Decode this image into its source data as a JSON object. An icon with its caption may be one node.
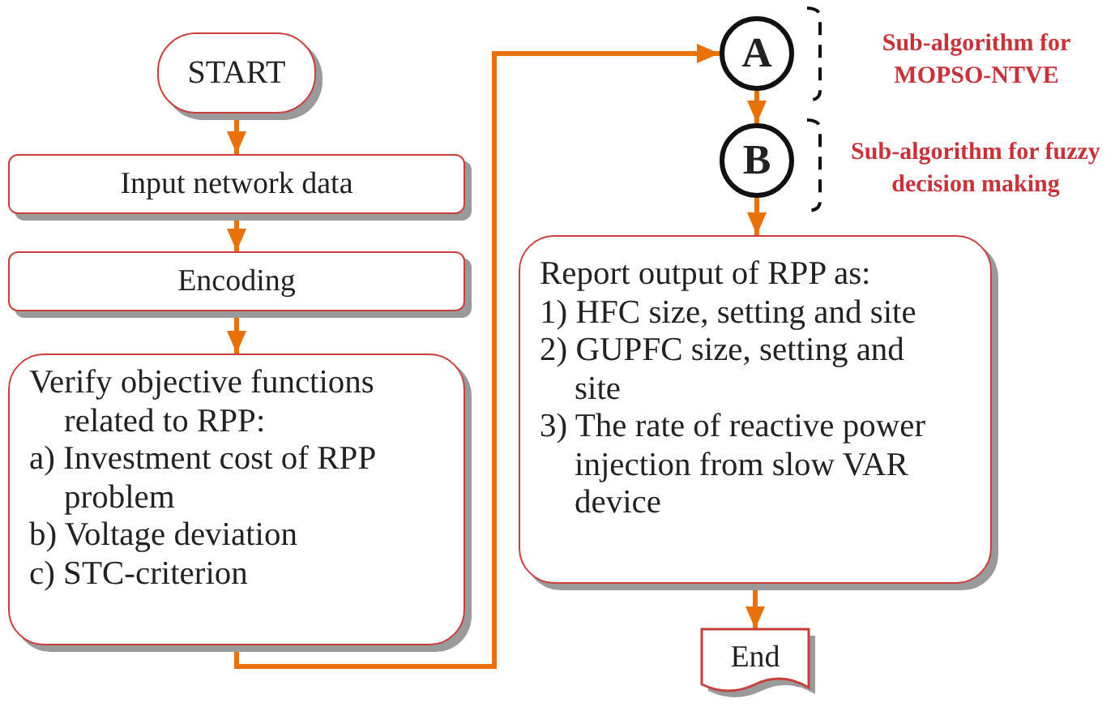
{
  "diagram": {
    "nodes": [
      {
        "text": [
          "START"
        ]
      },
      {
        "text": [
          "Input network data"
        ]
      },
      {
        "text": [
          "Encoding"
        ]
      },
      {
        "text": [
          "Verify objective functions related to RPP:",
          "a) Investment cost of RPP problem",
          "b) Voltage deviation",
          "c) STC-criterion"
        ]
      },
      {
        "text": [
          "A"
        ],
        "beside": [
          "Sub-algorithm for MOPSO-NTVE"
        ]
      },
      {
        "text": [
          "B"
        ],
        "beside": [
          "Sub-algorithm for fuzzy decision making"
        ]
      },
      {
        "text": [
          "Report output of RPP as:",
          "1) HFC size, setting and site",
          "2) GUPFC size, setting and site",
          "3) The rate of reactive power injection from slow VAR device"
        ]
      },
      {
        "text": [
          "End"
        ]
      }
    ],
    "edges": [
      {
        "from": 0,
        "to": 1,
        "arrow": "to"
      },
      {
        "from": 1,
        "to": 2,
        "arrow": "to"
      },
      {
        "from": 2,
        "to": 3,
        "arrow": "to"
      },
      {
        "from": 3,
        "to": 4,
        "arrow": "to"
      },
      {
        "from": 4,
        "to": 5,
        "arrow": "to"
      },
      {
        "from": 5,
        "to": 6,
        "arrow": "to"
      },
      {
        "from": 6,
        "to": 7,
        "arrow": "to"
      }
    ]
  }
}
